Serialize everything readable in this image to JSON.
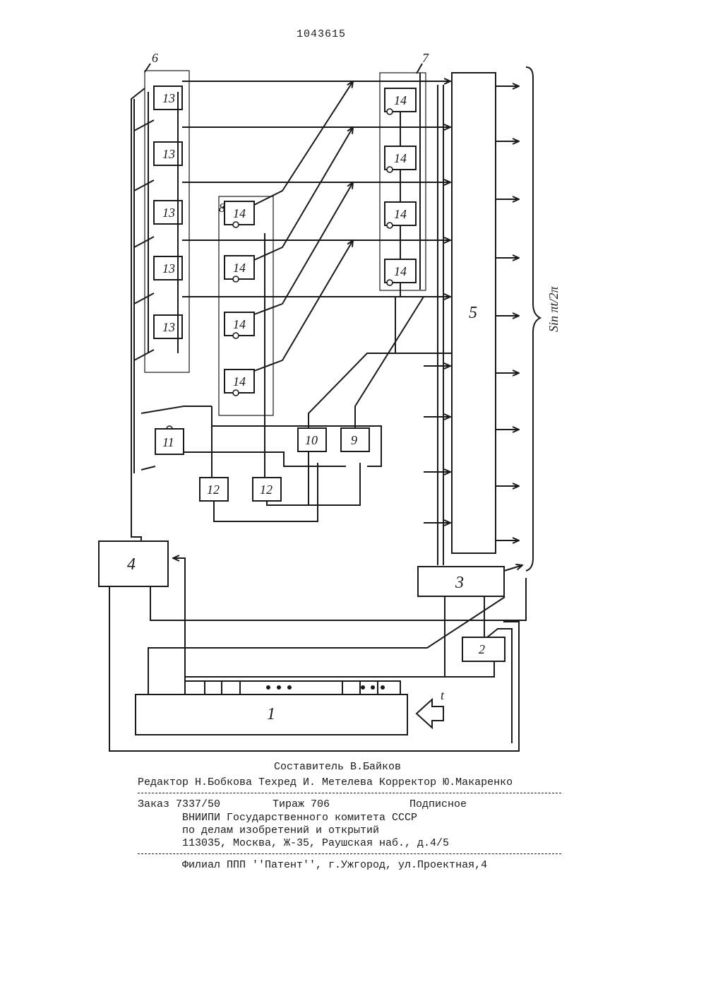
{
  "header": {
    "patent_number": "1043615"
  },
  "diagram": {
    "block_labels": {
      "b1": "1",
      "b2": "2",
      "b3": "3",
      "b4": "4",
      "b5": "5",
      "b9": "9",
      "b10": "10",
      "b11": "11",
      "b12": "12",
      "b13": "13",
      "b14": "14"
    },
    "group_labels": {
      "g6": "6",
      "g7": "7",
      "g8": "8"
    },
    "input_label": "t",
    "output_label": "Sin πt/2π"
  },
  "footer": {
    "composer": "Составитель В.Байков",
    "credits": "Редактор Н.Бобкова Техред И. Метелева Корректор Ю.Макаренко",
    "order": "Заказ 7337/50",
    "circulation": "Тираж 706",
    "subscription": "Подписное",
    "org_line1": "ВНИИПИ Государственного комитета СССР",
    "org_line2": "по делам изобретений и открытий",
    "org_address": "113035, Москва, Ж-35, Раушская наб., д.4/5",
    "branch": "Филиал ППП ''Патент'', г.Ужгород, ул.Проектная,4"
  }
}
